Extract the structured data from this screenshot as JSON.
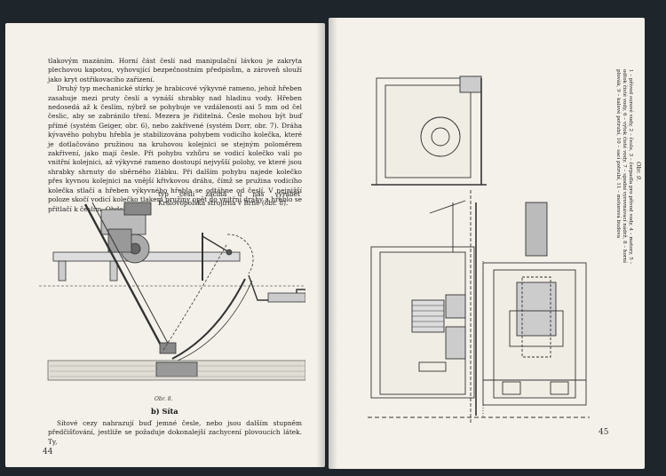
{
  "left_page": {
    "paragraph1": "tlakovým mazáním. Horní část česlí nad manipulační lávkou je zakryta plechovou kapotou, vyhovující bezpečnostním předpisům, a zároveň slouží jako kryt ostřikovacího zařízení.",
    "paragraph2": "Druhý typ mechanické stírky je hrabicové výkyvné rameno, jehož hřeben zasahuje mezi pruty česlí a vynáší shrabky nad hladinu vody. Hřeben nedosedá až k česlím, nýbrž se pohybuje ve vzdálenosti asi 5 mm od čel česlic, aby se zabránilo tření. Mezera je řiditelná. Česle mohou být buď přímé (systém Geiger, obr. 6), nebo zakřivené (systém Dorr, obr. 7). Dráha kývavého pohybu hřebla je stabilizována pohybem vodicího kolečka, které je dotlačováno pružinou na kruhovou kolejnici se stejným poloměrem zakřivení, jako mají česle. Při pohybu vzhůru se vodicí kolečko valí po vnitřní kolejnici, až výkyvné rameno dostoupí nejvyšší polohy, ve které jsou shrabky shrnuty do sběrného žlábku. Při dalším pohybu najede kolečko přes kyvnou kolejnici na vnější křivkovou dráhu, čímž se pružina vodicího kolečka stlačí a hřeben výkyvného hřebla se odtáhne od česlí. V nejnižší poloze skočí vodicí kolečko tlakem pružiny opět do vnitřní dráhy a hřeblo se přitlačí k česlím. Obdobný",
    "paragraph2_tail": "typ česlí začíná u nás vyrábět Královopolská strojírna v Brně (obr. 8).",
    "figure_caption": "Obr. 8.",
    "section_heading": "b) Síta",
    "paragraph3": "Sítové cezy nahrazují buď jemné česle, nebo jsou dalším stupněm předčišťování, jestliže se požaduje dokonalejší zachycení plovoucích látek. Ty,",
    "page_number": "44"
  },
  "right_page": {
    "figure_caption_title": "Obr. 9.",
    "figure_caption_text": "1 – přívod surové vody, 2 – česle, 3 – čerpadla pro přívod vody, 4 – motory, 5 – odtok čisté vody, 6 – výtok čisté vody, 7 – spodní vyrovnávací nádrž, 8 – horní plovák, 9 – kalové potrubí, 10 – sací potrubí, 11 – motorová budova",
    "page_number": "45"
  }
}
